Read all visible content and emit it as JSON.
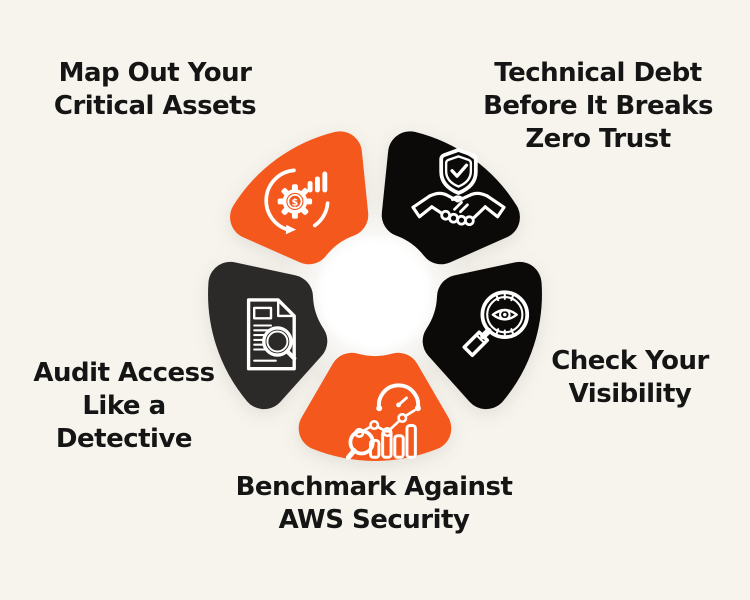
{
  "background": "#F7F4EE",
  "colors": {
    "orange": "#F4581D",
    "black": "#0B0A09",
    "dark_gray": "#2B2A28",
    "icon_line": "#FFFFFF",
    "label_text": "#151515",
    "center_glow": "#FFFFFF"
  },
  "coin_symbol": "$",
  "petals": [
    {
      "id": "map-out-critical-assets",
      "color": "#F4581D",
      "icon": "process-gear-dollar-chart-icon",
      "label_lines": [
        "Map Out Your",
        "Critical Assets"
      ]
    },
    {
      "id": "technical-debt-zero-trust",
      "color": "#0B0A09",
      "icon": "shield-handshake-icon",
      "label_lines": [
        "Technical Debt",
        "Before It Breaks",
        "Zero Trust"
      ]
    },
    {
      "id": "check-your-visibility",
      "color": "#0B0A09",
      "icon": "eye-magnifier-icon",
      "label_lines": [
        "Check Your",
        "Visibility"
      ]
    },
    {
      "id": "benchmark-aws-security",
      "color": "#F4581D",
      "icon": "gauge-bars-magnifier-icon",
      "label_lines": [
        "Benchmark Against",
        "AWS Security"
      ]
    },
    {
      "id": "audit-access-detective",
      "color": "#2B2A28",
      "icon": "document-magnifier-icon",
      "label_lines": [
        "Audit Access",
        "Like a",
        "Detective"
      ]
    }
  ]
}
